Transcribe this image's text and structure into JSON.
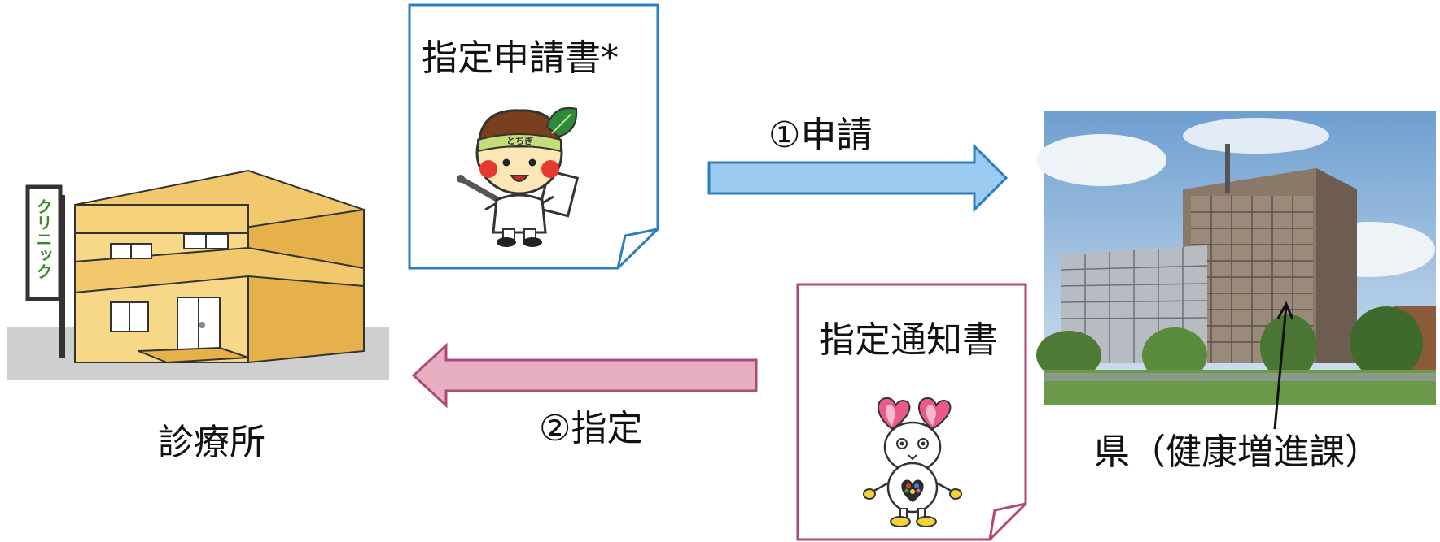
{
  "clinic": {
    "label": "診療所",
    "sign_text": "クリニック"
  },
  "prefecture": {
    "label": "県（健康増進課）"
  },
  "application_doc": {
    "title": "指定申請書*",
    "mascot_band_text": "とちぎ",
    "border_color": "#2a7fc0"
  },
  "notice_doc": {
    "title": "指定通知書",
    "border_color": "#b0497a"
  },
  "arrows": {
    "apply": {
      "label": "①申請",
      "fill": "#9ccbf2",
      "stroke": "#2a7fc0"
    },
    "designate": {
      "label": "②指定",
      "fill": "#e8afc3",
      "stroke": "#b0497a"
    }
  }
}
